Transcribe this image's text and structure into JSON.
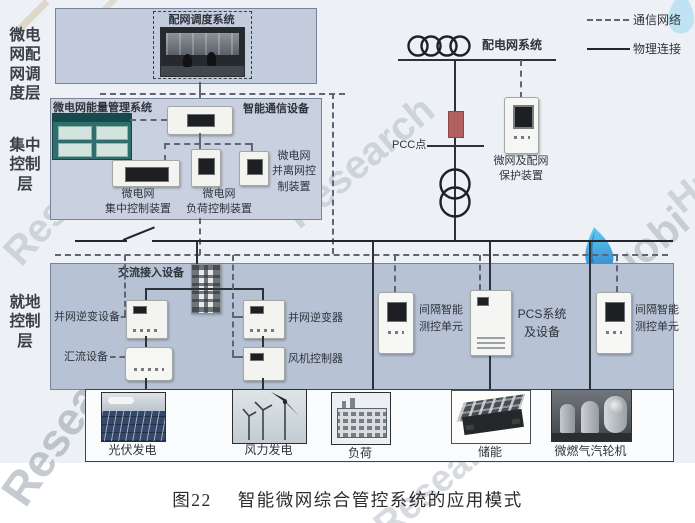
{
  "legend": {
    "comm_label": "通信网络",
    "physical_label": "物理连接"
  },
  "layers": {
    "dispatch": "微电网配网调度层",
    "central": "集中控制层",
    "local": "就地控制层"
  },
  "dispatch_layer": {
    "system_label": "配网调度系统"
  },
  "grid": {
    "system_label": "配电网系统",
    "pcc_label": "PCC点",
    "protection_label": "微网及配网\n保护装置"
  },
  "central_layer": {
    "ems_label": "微电网能量管理系统",
    "comm_device_label": "智能通信设备",
    "central_ctrl_label": "微电网\n集中控制装置",
    "load_ctrl_label": "微电网\n负荷控制装置",
    "island_ctrl_label": "微电网\n并离网控\n制装置"
  },
  "local_layer": {
    "ac_access_label": "交流接入设备",
    "grid_inverter_equip_label": "并网逆变设备",
    "combiner_label": "汇流设备",
    "grid_inverter_label": "并网逆变器",
    "fan_controller_label": "风机控制器",
    "bay_unit1_label": "间隔智能\n测控单元",
    "pcs_label": "PCS系统\n及设备",
    "bay_unit2_label": "间隔智能\n测控单元"
  },
  "sources": [
    {
      "label": "光伏发电"
    },
    {
      "label": "风力发电"
    },
    {
      "label": "负荷"
    },
    {
      "label": "储能"
    },
    {
      "label": "微燃气汽轮机"
    }
  ],
  "caption": {
    "number": "图22",
    "title": "智能微网综合管控系统的应用模式"
  },
  "watermarks": {
    "research": "Research",
    "huobi": "Huobi"
  },
  "colors": {
    "pcc_red": "#b25f5f",
    "box_fill": "#bfc9da",
    "solid_line": "#2d3238",
    "dashed_line": "#5f6673",
    "watermark_blue": "#2aa5e0"
  }
}
